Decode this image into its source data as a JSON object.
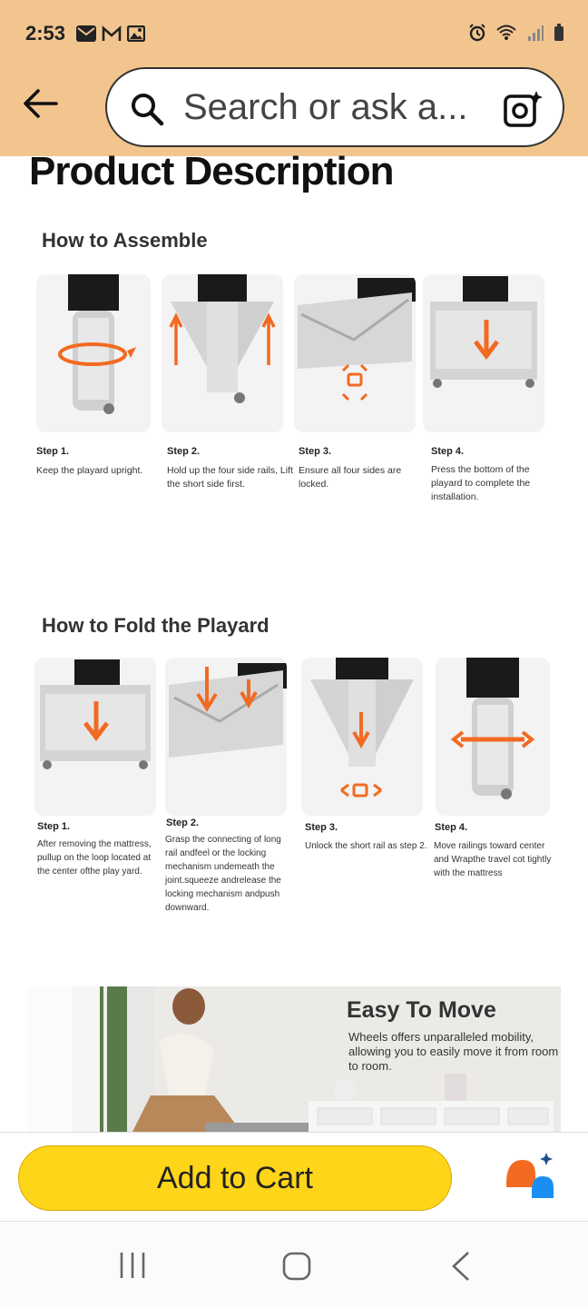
{
  "status": {
    "time": "2:53"
  },
  "search": {
    "placeholder": "Search or ask a..."
  },
  "content": {
    "title": "Product Description",
    "assemble": {
      "heading": "How to Assemble",
      "steps": [
        {
          "label": "Step 1.",
          "text": "Keep the playard upright."
        },
        {
          "label": "Step 2.",
          "text": "Hold up the four side rails, Lift the short side first."
        },
        {
          "label": "Step 3.",
          "text": "Ensure all four sides are locked."
        },
        {
          "label": "Step 4.",
          "text": "Press the bottom of the playard to complete the installation."
        }
      ]
    },
    "fold": {
      "heading": "How to Fold the Playard",
      "steps": [
        {
          "label": "Step 1.",
          "text": "After removing the mattress, pullup on the loop located at the center ofthe play yard."
        },
        {
          "label": "Step 2.",
          "text": "Grasp the connecting of long rail andfeel or the locking mechanism undemeath the joint.squeeze andrelease the locking mechanism andpush downward."
        },
        {
          "label": "Step 3.",
          "text": "Unlock the short rail as step 2."
        },
        {
          "label": "Step 4.",
          "text": "Move railings toward center and Wrapthe travel cot tightly with the mattress"
        }
      ]
    },
    "banner": {
      "title": "Easy To Move",
      "text": "Wheels offers unparalleled mobility, allowing you to easily move it from room to room."
    }
  },
  "cart": {
    "label": "Add to Cart"
  },
  "colors": {
    "header": "#f2c58f",
    "cart_button": "#ffd51a",
    "arrow_orange": "#f26a21"
  }
}
